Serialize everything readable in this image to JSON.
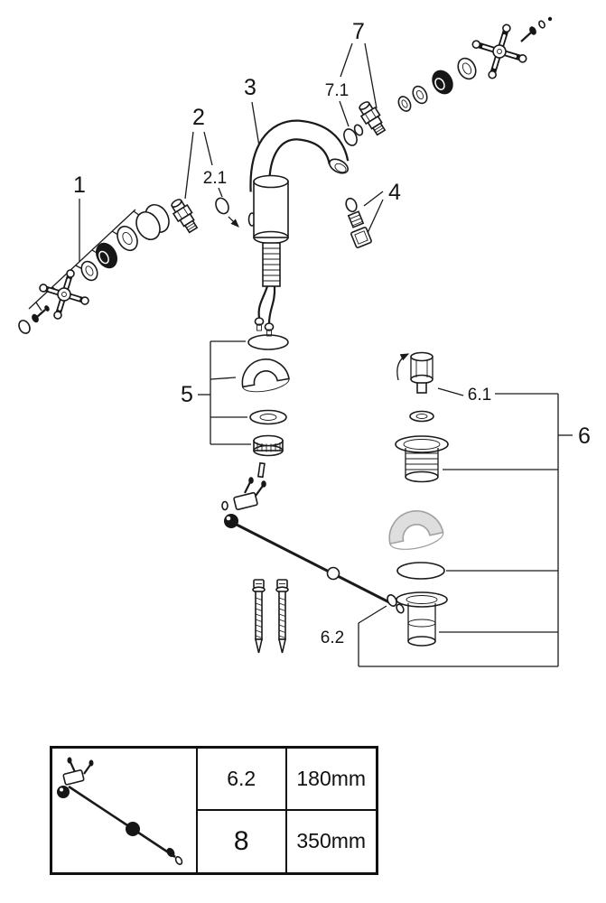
{
  "page": {
    "background": "#ffffff",
    "line_color": "#1a1a1a",
    "ghost_part_color": "#dedede"
  },
  "diagram": {
    "type": "exploded-parts-diagram",
    "subject": "faucet-with-drain-assembly",
    "callouts": {
      "c1": "1",
      "c2": "2",
      "c2_1": "2.1",
      "c3": "3",
      "c4": "4",
      "c5": "5",
      "c6": "6",
      "c6_1": "6.1",
      "c6_2": "6.2",
      "c7": "7",
      "c7_1": "7.1"
    }
  },
  "size_table": {
    "rows": [
      {
        "part": "6.2",
        "length": "180mm"
      },
      {
        "part": "8",
        "length": "350mm"
      }
    ]
  }
}
